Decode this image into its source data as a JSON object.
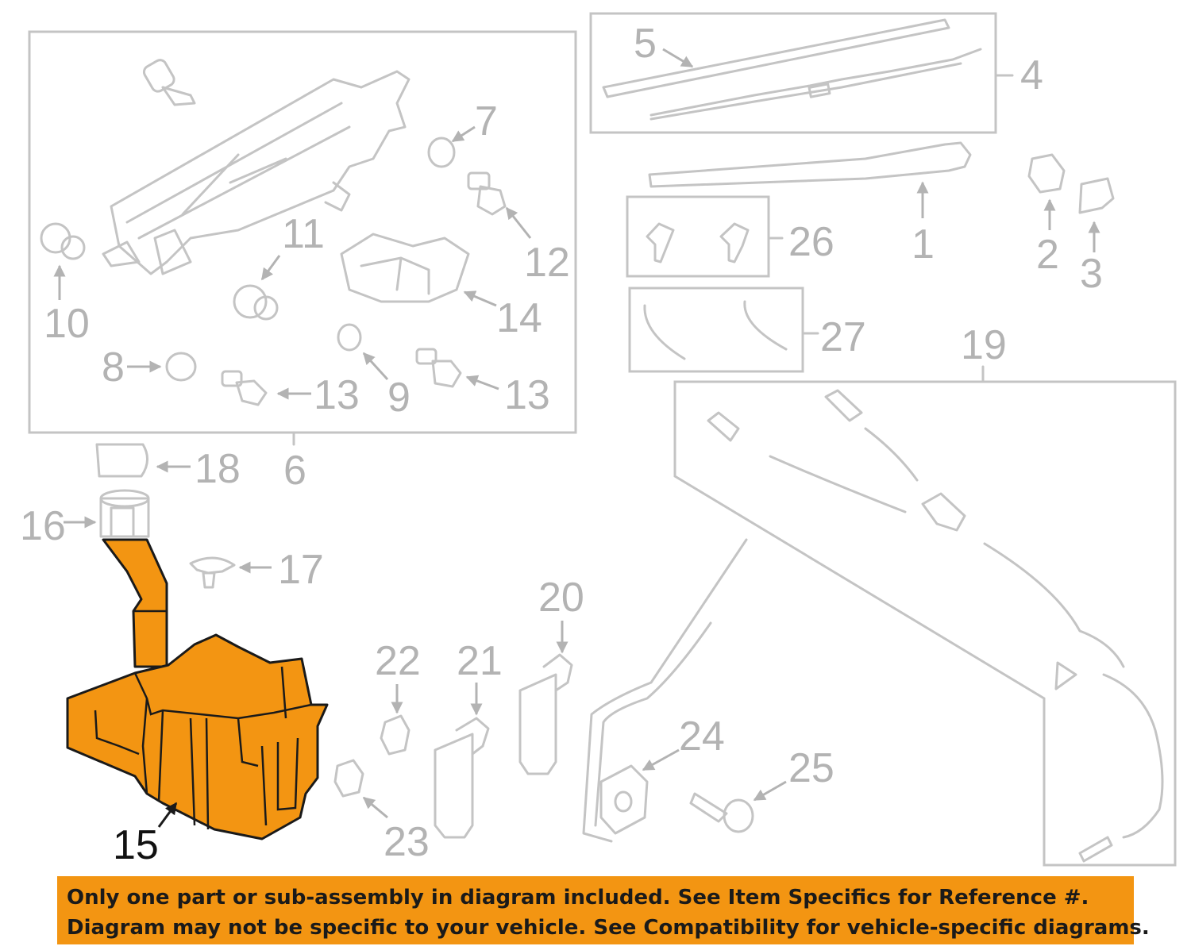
{
  "colors": {
    "highlight": "#f39512",
    "part_lines": "#c4c4c4",
    "label_gray": "#b3b3b3",
    "label_dark": "#111111",
    "banner_bg": "#f39512"
  },
  "callouts": {
    "c1": "1",
    "c2": "2",
    "c3": "3",
    "c4": "4",
    "c5": "5",
    "c6": "6",
    "c7": "7",
    "c8": "8",
    "c9": "9",
    "c10": "10",
    "c11": "11",
    "c12": "12",
    "c13a": "13",
    "c13b": "13",
    "c14": "14",
    "c15": "15",
    "c16": "16",
    "c17": "17",
    "c18": "18",
    "c19": "19",
    "c20": "20",
    "c21": "21",
    "c22": "22",
    "c23": "23",
    "c24": "24",
    "c25": "25",
    "c26": "26",
    "c27": "27"
  },
  "highlighted_part": "15",
  "disclaimer": {
    "line1": "Only one part or sub-assembly in diagram included. See Item Specifics for Reference #.",
    "line2": "Diagram may not be specific to your vehicle. See Compatibility for vehicle-specific diagrams."
  }
}
